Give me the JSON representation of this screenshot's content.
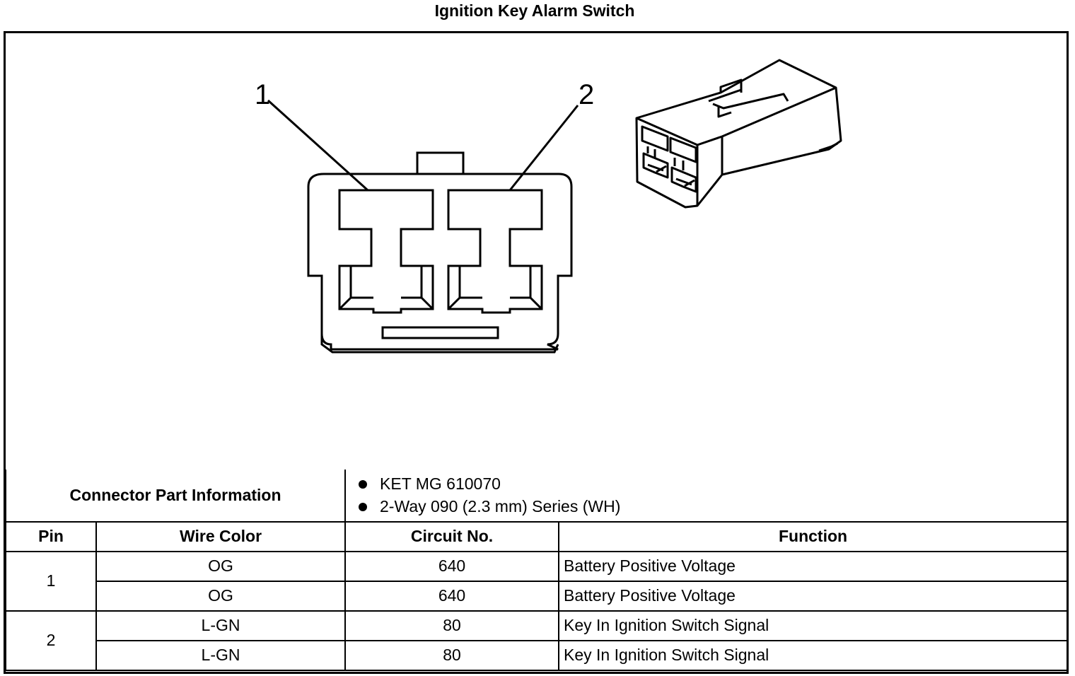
{
  "title": "Ignition Key Alarm Switch",
  "connector": {
    "pin_labels": [
      "1",
      "2"
    ]
  },
  "part_info": {
    "label": "Connector Part Information",
    "items": [
      "KET MG 610070",
      "2-Way 090 (2.3 mm) Series (WH)"
    ]
  },
  "table": {
    "headers": [
      "Pin",
      "Wire Color",
      "Circuit No.",
      "Function"
    ],
    "groups": [
      {
        "pin": "1",
        "rows": [
          {
            "wire_color": "OG",
            "circuit": "640",
            "function": "Battery Positive Voltage"
          },
          {
            "wire_color": "OG",
            "circuit": "640",
            "function": "Battery Positive Voltage"
          }
        ]
      },
      {
        "pin": "2",
        "rows": [
          {
            "wire_color": "L-GN",
            "circuit": "80",
            "function": "Key In Ignition Switch Signal"
          },
          {
            "wire_color": "L-GN",
            "circuit": "80",
            "function": "Key In Ignition Switch Signal"
          }
        ]
      }
    ]
  }
}
